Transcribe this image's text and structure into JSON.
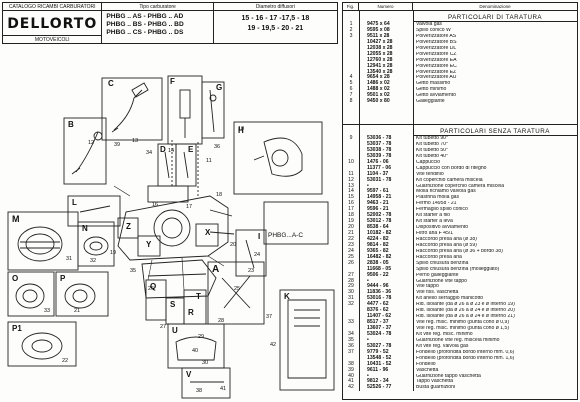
{
  "header": {
    "catalog_caption": "CATALOGO RICAMBI CARBURATORI",
    "brand": "DELLORTO",
    "section": "MOTOVEICOLI",
    "type_caption": "Tipo carburatore",
    "models": [
      "PHBG .. AS - PHBG .. AD",
      "PHBG .. BS - PHBG .. BD",
      "PHBG .. CS - PHBG .. DS"
    ],
    "diffuser_caption": "Diametro diffusori",
    "diffusers": [
      "15 - 16 - 17 -17,5 - 18",
      "19 - 19,5 - 20 - 21"
    ]
  },
  "diagram": {
    "letters": [
      "C",
      "B",
      "F",
      "G",
      "H",
      "D",
      "E",
      "L",
      "Z",
      "Y",
      "X",
      "M",
      "N",
      "O",
      "P",
      "P1",
      "Q",
      "S",
      "T",
      "R",
      "A",
      "I",
      "U",
      "V",
      "K"
    ],
    "model_label": "PHBG...A-C",
    "numbers": [
      "39",
      "12",
      "14",
      "34",
      "36",
      "11",
      "13",
      "10",
      "16",
      "17",
      "18",
      "19",
      "20",
      "31",
      "32",
      "33",
      "21",
      "22",
      "23",
      "24",
      "25",
      "26",
      "27",
      "28",
      "29",
      "30",
      "35",
      "37",
      "38",
      "40",
      "41",
      "42"
    ]
  },
  "table": {
    "col_fig": "Fig.",
    "col_num": "Numero",
    "col_den": "Denominazione",
    "section1_title": "PARTICOLARI DI TARATURA",
    "section2_title": "PARTICOLARI SENZA TARATURA",
    "section1_rows": [
      {
        "fig": "1",
        "num": "9475 x 64",
        "den": "Valvola gas"
      },
      {
        "fig": "2",
        "num": "9595 x 08",
        "den": "Spillo conico W"
      },
      {
        "fig": "3",
        "num": "9511 x 28",
        "den": "Polverizzatore AS"
      },
      {
        "fig": "",
        "num": "10427 x 28",
        "den": "Polverizzatore BS"
      },
      {
        "fig": "",
        "num": "12038 x 28",
        "den": "Polverizzatore DL"
      },
      {
        "fig": "",
        "num": "12055 x 28",
        "den": "Polverizzatore CZ"
      },
      {
        "fig": "",
        "num": "12760 x 28",
        "den": "Polverizzatore EA"
      },
      {
        "fig": "",
        "num": "12941 x 28",
        "den": "Polverizzatore EC"
      },
      {
        "fig": "",
        "num": "13540 x 28",
        "den": "Polverizzatore EZ"
      },
      {
        "fig": "4",
        "num": "9654 x 28",
        "den": "Polverizzatore AU"
      },
      {
        "fig": "5",
        "num": "1486 x 02",
        "den": "Getto massimo"
      },
      {
        "fig": "6",
        "num": "1488 x 02",
        "den": "Getto minimo"
      },
      {
        "fig": "7",
        "num": "9501 x 02",
        "den": "Getto avviamento"
      },
      {
        "fig": "8",
        "num": "9450 x 80",
        "den": "Galleggiante"
      }
    ],
    "section2_rows": [
      {
        "fig": "9",
        "num": "53036 - 78",
        "den": "Kit tubetto 90°"
      },
      {
        "fig": "",
        "num": "53037 - 78",
        "den": "Kit tubetto 70°"
      },
      {
        "fig": "",
        "num": "53038 - 78",
        "den": "Kit tubetto 50°"
      },
      {
        "fig": "",
        "num": "53039 - 78",
        "den": "Kit tubetto 40°"
      },
      {
        "fig": "10",
        "num": "1476 - 06",
        "den": "Cappuccio"
      },
      {
        "fig": "",
        "num": "11377 - 06",
        "den": "Cappuccio con bordo di ritegno"
      },
      {
        "fig": "11",
        "num": "1104 - 37",
        "den": "Vite tendifilo"
      },
      {
        "fig": "12",
        "num": "53031 - 78",
        "den": "Kit coperchio camera miscela"
      },
      {
        "fig": "13",
        "num": "•",
        "den": "Guarnizione coperchio camera miscela"
      },
      {
        "fig": "14",
        "num": "9597 - 61",
        "den": "Molla richiamo valvola gas"
      },
      {
        "fig": "15",
        "num": "14958 - 21",
        "den": "Piastrina molla gas"
      },
      {
        "fig": "16",
        "num": "9463 - 21",
        "den": "Fermo 14958 - 21"
      },
      {
        "fig": "17",
        "num": "9596 - 21",
        "den": "Fermaglio spillo conico"
      },
      {
        "fig": "18",
        "num": "52002 - 78",
        "den": "Kit starter a filo"
      },
      {
        "fig": "19",
        "num": "53012 - 78",
        "den": "Kit starter a leva"
      },
      {
        "fig": "20",
        "num": "8538 - 64",
        "den": "Dispositivo avviamento"
      },
      {
        "fig": "21",
        "num": "10182 - 82",
        "den": "Filtro aria F 45/1"
      },
      {
        "fig": "22",
        "num": "4224 - 82",
        "den": "Raccordo presa aria (ø 38)"
      },
      {
        "fig": "23",
        "num": "9814 - 82",
        "den": "Raccordo presa aria (ø 59)"
      },
      {
        "fig": "24",
        "num": "9365 - 82",
        "den": "Raccordo presa aria (ø 36 + bordo 38)"
      },
      {
        "fig": "25",
        "num": "16482 - 82",
        "den": "Raccordo presa aria"
      },
      {
        "fig": "26",
        "num": "2838 - 05",
        "den": "Spillo chiusura benzina"
      },
      {
        "fig": "",
        "num": "11668 - 05",
        "den": "Spillo chiusura benzina (molleggiato)"
      },
      {
        "fig": "27",
        "num": "9506 - 22",
        "den": "Perno galleggiante"
      },
      {
        "fig": "28",
        "num": "•",
        "den": "Guarnizione vite tappo"
      },
      {
        "fig": "29",
        "num": "9444 - 96",
        "den": "Vite tappo"
      },
      {
        "fig": "30",
        "num": "11836 - 36",
        "den": "Vite fiss. vaschetta"
      },
      {
        "fig": "31",
        "num": "53016 - 78",
        "den": "Kit anello serraggio manicotto"
      },
      {
        "fig": "32",
        "num": "4477 - 62",
        "den": "Rid. isolante (da ø 26 a ø 23 e ø interno 19)"
      },
      {
        "fig": "",
        "num": "8376 - 62",
        "den": "Rid. isolante (da ø 26 a ø 24 e ø interno 20)"
      },
      {
        "fig": "",
        "num": "11407 - 62",
        "den": "Rid. isolante (da ø 26 a ø 24 e ø interno 21)"
      },
      {
        "fig": "33",
        "num": "8517 - 37",
        "den": "Vite reg. misc. minimo (punta cono ø 0,9)"
      },
      {
        "fig": "",
        "num": "13607 - 37",
        "den": "Vite reg. misc. minimo (punta cono ø 1,5)"
      },
      {
        "fig": "34",
        "num": "53024 - 78",
        "den": "Kit vite reg. misc. minimo"
      },
      {
        "fig": "35",
        "num": "•",
        "den": "Guarnizione vite reg. miscela minimo"
      },
      {
        "fig": "36",
        "num": "53027 - 78",
        "den": "Kit vite reg. valvola gas"
      },
      {
        "fig": "37",
        "num": "9779 - 52",
        "den": "Fondello (profondità bordo interno mm. 0,6)"
      },
      {
        "fig": "",
        "num": "13548 - 52",
        "den": "Fondello (profondità bordo interno mm. 1,6)"
      },
      {
        "fig": "38",
        "num": "10431 - 52",
        "den": "Fondello"
      },
      {
        "fig": "39",
        "num": "9611 - 96",
        "den": "Vaschetta"
      },
      {
        "fig": "40",
        "num": "•",
        "den": "Guarnizione tappo vaschetta"
      },
      {
        "fig": "41",
        "num": "9812 - 34",
        "den": "Tappo vaschetta"
      },
      {
        "fig": "42",
        "num": "52526 - 77",
        "den": "Busta guarnizioni"
      }
    ]
  }
}
